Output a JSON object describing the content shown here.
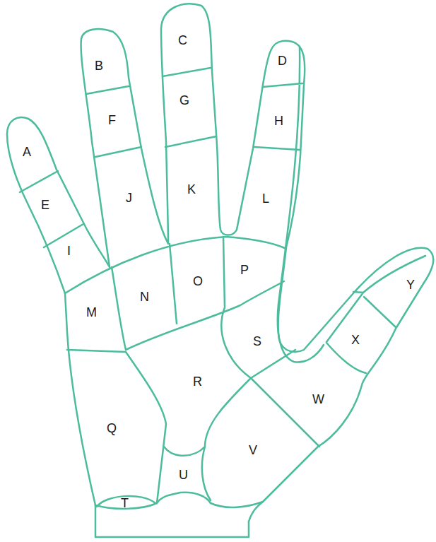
{
  "diagram": {
    "labels": [
      "A",
      "B",
      "C",
      "D",
      "E",
      "F",
      "G",
      "H",
      "I",
      "J",
      "K",
      "L",
      "M",
      "N",
      "O",
      "P",
      "Q",
      "R",
      "S",
      "T",
      "U",
      "V",
      "W",
      "X",
      "Y"
    ]
  }
}
